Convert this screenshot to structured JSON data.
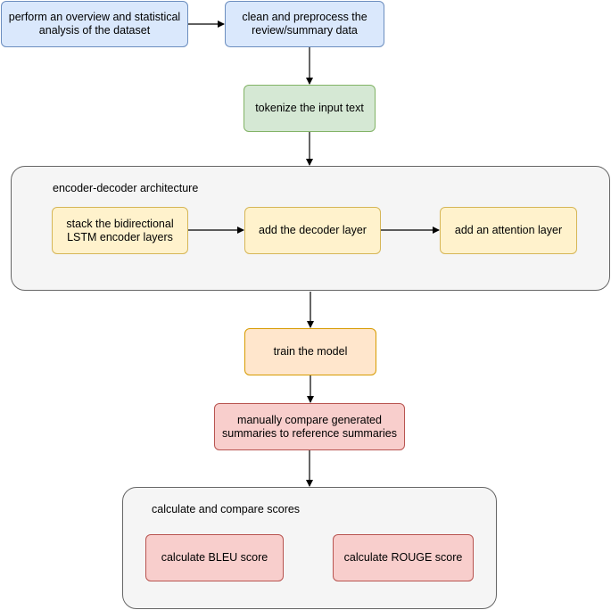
{
  "nodes": {
    "overview": "perform an overview and statistical analysis of the dataset",
    "clean": "clean and preprocess the review/summary data",
    "tokenize": "tokenize the input text",
    "encoder": "stack the bidirectional LSTM encoder layers",
    "decoder": "add the decoder layer",
    "attention": "add an attention layer",
    "train": "train the model",
    "compare": "manually compare generated summaries to reference summaries",
    "bleu": "calculate BLEU score",
    "rouge": "calculate ROUGE score"
  },
  "groups": {
    "architecture": "encoder-decoder architecture",
    "scores": "calculate and compare scores"
  },
  "colors": {
    "blue_fill": "#dae8fc",
    "blue_stroke": "#6c8ebf",
    "green_fill": "#d5e8d4",
    "green_stroke": "#82b366",
    "yellow_fill": "#fff2cc",
    "yellow_stroke": "#d6b656",
    "orange_fill": "#ffe6cc",
    "orange_stroke": "#d79b00",
    "red_fill": "#f8cecc",
    "red_stroke": "#b85450",
    "group_fill": "#f5f5f5",
    "group_stroke": "#666666"
  }
}
